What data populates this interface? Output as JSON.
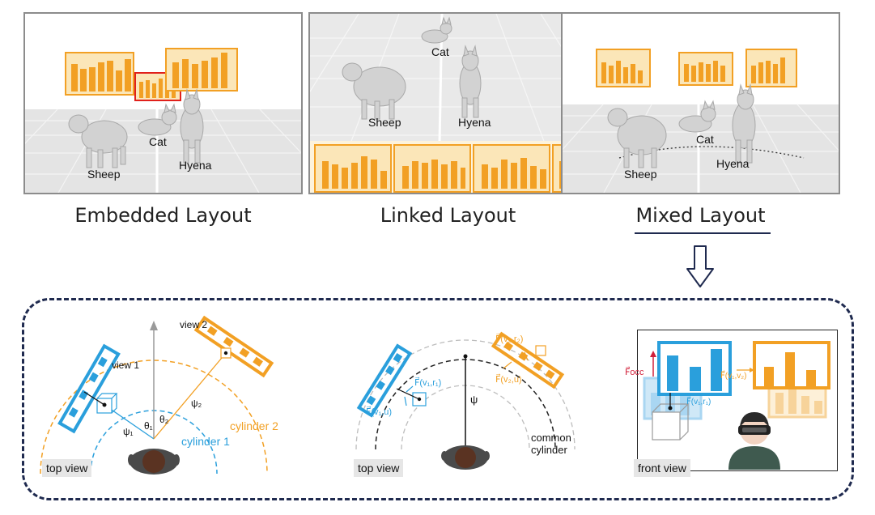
{
  "layouts": {
    "embedded": {
      "caption": "Embedded Layout",
      "animals": [
        "Sheep",
        "Cat",
        "Hyena"
      ]
    },
    "linked": {
      "caption": "Linked Layout",
      "animals": [
        "Cat",
        "Sheep",
        "Hyena"
      ]
    },
    "mixed": {
      "caption": "Mixed Layout",
      "animals": [
        "Cat",
        "Sheep",
        "Hyena"
      ]
    }
  },
  "colors": {
    "orange": "#f2a024",
    "blue": "#2a9fdc",
    "highlight": "#e0201b",
    "navy": "#1f2a4f",
    "red_vector": "#d1203a"
  },
  "diagrams": {
    "top_view_1": {
      "tag": "top view",
      "view1": "view 1",
      "view2": "view 2",
      "theta1": "θ₁",
      "theta2": "θ₂",
      "psi1": "ψ₁",
      "psi2": "ψ₂",
      "cylinder1": "cylinder 1",
      "cylinder2": "cylinder 2"
    },
    "top_view_2": {
      "tag": "top view",
      "psi": "ψ",
      "common": "common",
      "cylinder": "cylinder",
      "f_v1_r1": "F⃗(v₁,r₁)",
      "f_v1_u": "F⃗(v₁,u)",
      "f_v2_r2": "F⃗(v₂,r₂)",
      "f_v2_u": "F⃗(v₂,u)"
    },
    "front_view": {
      "tag": "front view",
      "f_occ": "F⃗occ",
      "f_v1_v2": "F⃗(v₁,v₂)",
      "f_v1_r1": "F⃗(v₁,r₁)"
    }
  }
}
